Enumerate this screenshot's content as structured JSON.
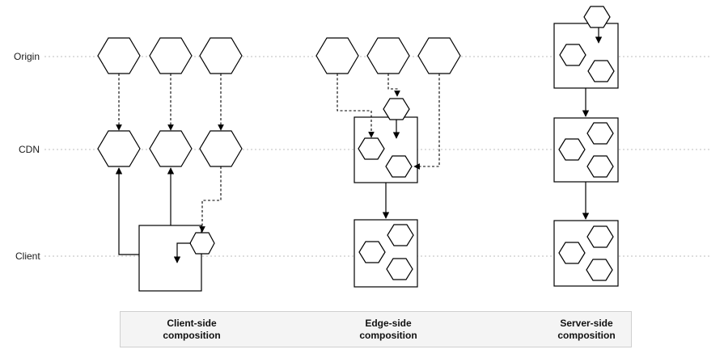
{
  "tiers": {
    "origin": "Origin",
    "cdn": "CDN",
    "client": "Client"
  },
  "captions": {
    "client_side": {
      "line1": "Client-side",
      "line2": "composition"
    },
    "edge_side": {
      "line1": "Edge-side",
      "line2": "composition"
    },
    "server_side": {
      "line1": "Server-side",
      "line2": "composition"
    }
  },
  "colors": {
    "stroke": "#000000",
    "guide_line": "#bdbdbd",
    "caption_background": "#f4f4f4"
  }
}
